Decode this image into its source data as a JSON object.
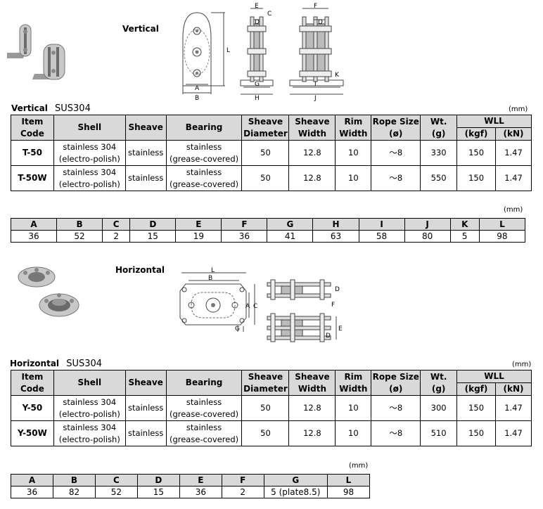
{
  "vertical": {
    "heading": "Vertical",
    "label": "Vertical",
    "material": "SUS304",
    "unit": "(mm)",
    "dim_unit": "(mm)",
    "diagram_labels": {
      "A": "A",
      "B": "B",
      "L": "L",
      "E": "E",
      "C": "C",
      "D": "D",
      "F": "F",
      "G": "G",
      "H": "H",
      "I": "I",
      "J": "J",
      "K": "K"
    },
    "spec_headers": {
      "item_code": [
        "Item",
        "Code"
      ],
      "shell": "Shell",
      "sheave": "Sheave",
      "bearing": "Bearing",
      "sheave_diameter": [
        "Sheave",
        "Diameter"
      ],
      "sheave_width": [
        "Sheave",
        "Width"
      ],
      "rim_width": [
        "Rim",
        "Width"
      ],
      "rope_size": [
        "Rope Size",
        "(ø)"
      ],
      "wt": [
        "Wt.",
        "(g)"
      ],
      "wll": "WLL",
      "kgf": "(kgf)",
      "kn": "(kN)"
    },
    "rows": [
      {
        "code": "T-50",
        "shell": [
          "stainless 304",
          "(electro-polish)"
        ],
        "sheave": "stainless",
        "bearing": [
          "stainless",
          "(grease-covered)"
        ],
        "diameter": "50",
        "width": "12.8",
        "rim": "10",
        "rope": "～8",
        "wt": "330",
        "kgf": "150",
        "kn": "1.47"
      },
      {
        "code": "T-50W",
        "shell": [
          "stainless 304",
          "(electro-polish)"
        ],
        "sheave": "stainless",
        "bearing": [
          "stainless",
          "(grease-covered)"
        ],
        "diameter": "50",
        "width": "12.8",
        "rim": "10",
        "rope": "～8",
        "wt": "550",
        "kgf": "150",
        "kn": "1.47"
      }
    ],
    "dims": {
      "headers": [
        "A",
        "B",
        "C",
        "D",
        "E",
        "F",
        "G",
        "H",
        "I",
        "J",
        "K",
        "L"
      ],
      "values": [
        "36",
        "52",
        "2",
        "15",
        "19",
        "36",
        "41",
        "63",
        "58",
        "80",
        "5",
        "98"
      ]
    }
  },
  "horizontal": {
    "heading": "Horizontal",
    "label": "Horizontal",
    "material": "SUS304",
    "unit": "(mm)",
    "dim_unit": "(mm)",
    "diagram_labels": {
      "A": "A",
      "B": "B",
      "C": "C",
      "G": "G",
      "L": "L",
      "D": "D",
      "E": "E",
      "F": "F"
    },
    "spec_headers": {
      "item_code": [
        "Item",
        "Code"
      ],
      "shell": "Shell",
      "sheave": "Sheave",
      "bearing": "Bearing",
      "sheave_diameter": [
        "Sheave",
        "Diameter"
      ],
      "sheave_width": [
        "Sheave",
        "Width"
      ],
      "rim_width": [
        "Rim",
        "Width"
      ],
      "rope_size": [
        "Rope Size",
        "(ø)"
      ],
      "wt": [
        "Wt.",
        "(g)"
      ],
      "wll": "WLL",
      "kgf": "(kgf)",
      "kn": "(kN)"
    },
    "rows": [
      {
        "code": "Y-50",
        "shell": [
          "stainless 304",
          "(electro-polish)"
        ],
        "sheave": "stainless",
        "bearing": [
          "stainless",
          "(grease-covered)"
        ],
        "diameter": "50",
        "width": "12.8",
        "rim": "10",
        "rope": "～8",
        "wt": "300",
        "kgf": "150",
        "kn": "1.47"
      },
      {
        "code": "Y-50W",
        "shell": [
          "stainless 304",
          "(electro-polish)"
        ],
        "sheave": "stainless",
        "bearing": [
          "stainless",
          "(grease-covered)"
        ],
        "diameter": "50",
        "width": "12.8",
        "rim": "10",
        "rope": "～8",
        "wt": "510",
        "kgf": "150",
        "kn": "1.47"
      }
    ],
    "dims": {
      "headers": [
        "A",
        "B",
        "C",
        "D",
        "E",
        "F",
        "G",
        "L"
      ],
      "values": [
        "36",
        "82",
        "52",
        "15",
        "36",
        "2",
        "5 (plate8.5)",
        "98"
      ]
    }
  },
  "colors": {
    "header_bg": "#d9d9d9",
    "metal": "#b8b8b8"
  }
}
